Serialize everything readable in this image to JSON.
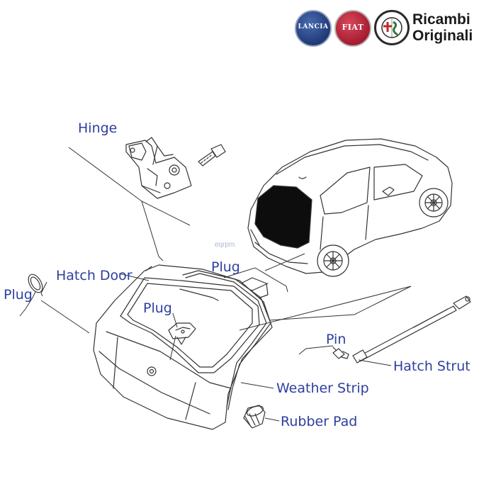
{
  "brand": {
    "line1": "Ricambi",
    "line2": "Originali",
    "logos": [
      {
        "name": "lancia",
        "text": "LANCIA",
        "color": "#1f3a78"
      },
      {
        "name": "fiat",
        "text": "FIAT",
        "color": "#a51c30"
      },
      {
        "name": "alfa-romeo",
        "text": "",
        "color": "#2a2a2a"
      }
    ]
  },
  "watermark": "eqrpm",
  "labels": {
    "hinge": "Hinge",
    "hatch_door": "Hatch Door",
    "plug_left": "Plug",
    "plug_top": "Plug",
    "plug_center": "Plug",
    "pin": "Pin",
    "hatch_strut": "Hatch Strut",
    "weather_strip": "Weather Strip",
    "rubber_pad": "Rubber Pad"
  },
  "colors": {
    "label": "#2d3f9e",
    "line": "#333333",
    "glass": "#0d0d0d"
  }
}
